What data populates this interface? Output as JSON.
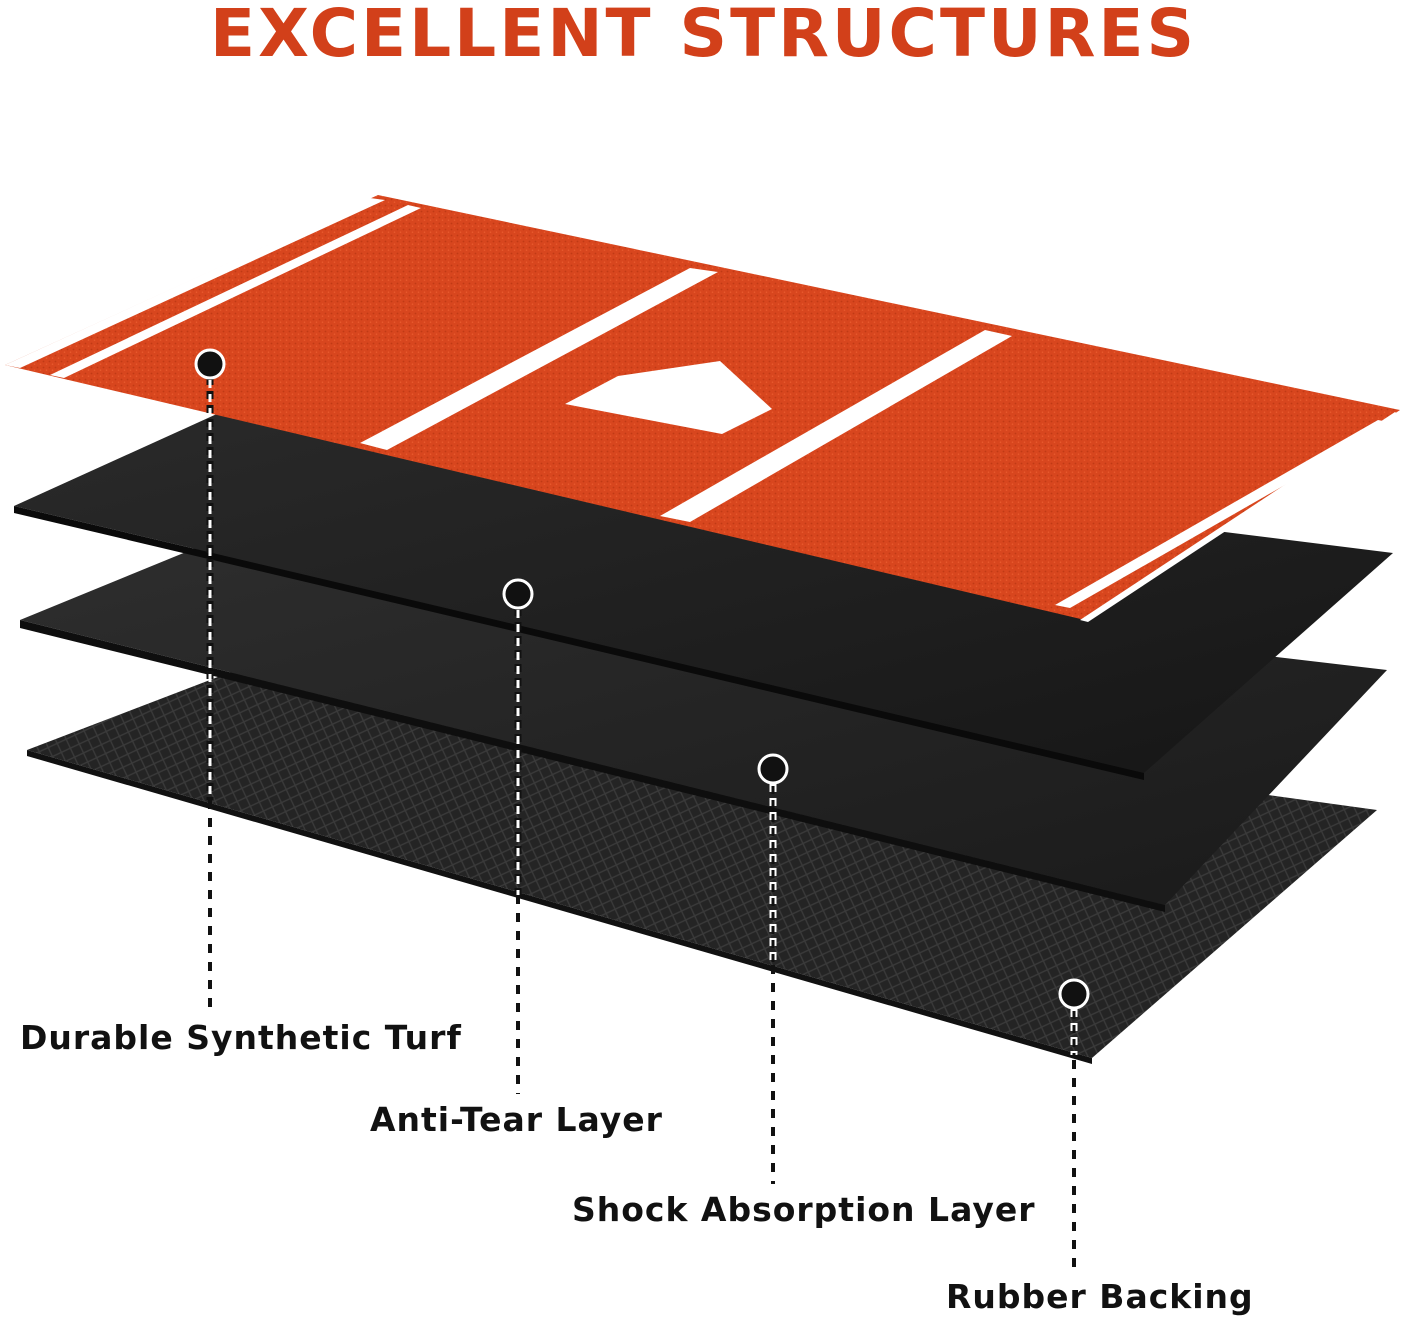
{
  "title": "EXCELLENT STRUCTURES",
  "colors": {
    "title": "#d2401a",
    "turf": "#d8461e",
    "turf_lines": "#ffffff",
    "anti_tear": "#1f1f1f",
    "shock_absorption": "#262626",
    "rubber_backing": "#242424",
    "callout": "#111111"
  },
  "layers": [
    {
      "id": "turf",
      "label": "Durable Synthetic Turf"
    },
    {
      "id": "anti_tear",
      "label": "Anti-Tear Layer"
    },
    {
      "id": "shock_absorption",
      "label": "Shock Absorption Layer"
    },
    {
      "id": "rubber_backing",
      "label": "Rubber Backing"
    }
  ],
  "turf_markings": [
    "foul-lines",
    "batter-box-lines",
    "home-plate"
  ]
}
